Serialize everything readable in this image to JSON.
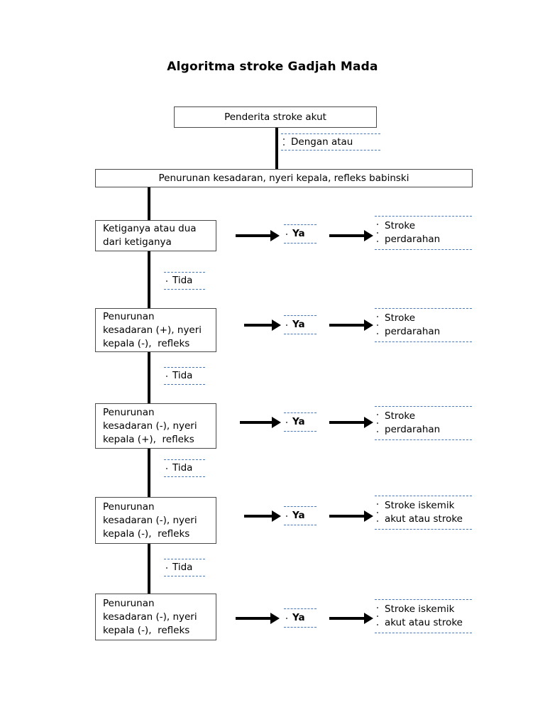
{
  "page": {
    "title": "Algoritma stroke Gadjah Mada",
    "background": "#ffffff",
    "box_border_color": "#4a4a4a",
    "dashed_border_color": "#4a78b5",
    "connector_color": "#000000"
  },
  "nodes": {
    "start": {
      "label": "Penderita stroke akut"
    },
    "connector_label": {
      "label": "Dengan atau"
    },
    "criteria": {
      "label": "Penurunan kesadaran, nyeri kepala, refleks babinski"
    }
  },
  "rows": [
    {
      "condition": {
        "lines": [
          "Ketiganya atau dua",
          "dari ketiganya"
        ]
      },
      "decision": {
        "label": "Ya"
      },
      "result": {
        "lines": [
          "Stroke",
          "perdarahan"
        ]
      },
      "negative": {
        "label": "Tida"
      }
    },
    {
      "condition": {
        "lines": [
          "Penurunan",
          "kesadaran (+), nyeri",
          "kepala (-),  refleks"
        ]
      },
      "decision": {
        "label": "Ya"
      },
      "result": {
        "lines": [
          "Stroke",
          "perdarahan"
        ]
      },
      "negative": {
        "label": "Tida"
      }
    },
    {
      "condition": {
        "lines": [
          "Penurunan",
          "kesadaran (-), nyeri",
          "kepala (+),  refleks"
        ]
      },
      "decision": {
        "label": "Ya"
      },
      "result": {
        "lines": [
          "Stroke",
          "perdarahan"
        ]
      },
      "negative": {
        "label": "Tida"
      }
    },
    {
      "condition": {
        "lines": [
          "Penurunan",
          "kesadaran (-), nyeri",
          "kepala (-),  refleks"
        ]
      },
      "decision": {
        "label": "Ya"
      },
      "result": {
        "lines": [
          "Stroke iskemik",
          "akut atau stroke"
        ]
      },
      "negative": {
        "label": "Tida"
      }
    },
    {
      "condition": {
        "lines": [
          "Penurunan",
          "kesadaran (-), nyeri",
          "kepala (-),  refleks"
        ]
      },
      "decision": {
        "label": "Ya"
      },
      "result": {
        "lines": [
          "Stroke iskemik",
          "akut atau stroke"
        ]
      },
      "negative": null
    }
  ]
}
